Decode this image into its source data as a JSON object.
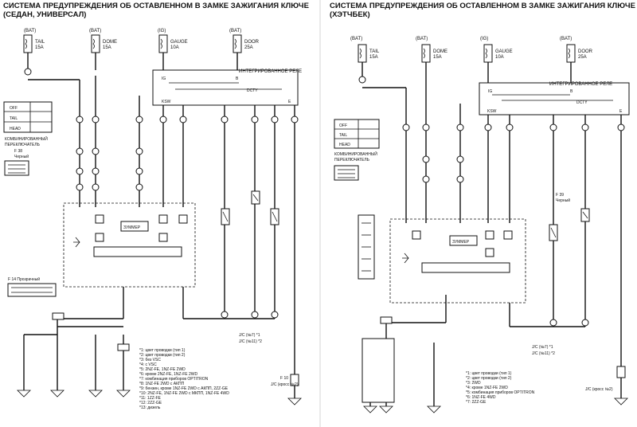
{
  "titles": {
    "left_line1": "СИСТЕМА ПРЕДУПРЕЖДЕНИЯ ОБ ОСТАВЛЕННОМ В ЗАМКЕ ЗАЖИГАНИЯ КЛЮЧЕ",
    "left_line2": "(СЕДАН, УНИВЕРСАЛ)",
    "right_line1": "СИСТЕМА ПРЕДУПРЕЖДЕНИЯ ОБ ОСТАВЛЕННОМ В ЗАМКЕ ЗАЖИГАНИЯ КЛЮЧЕ",
    "right_line2": "(ХЭТЧБЕК)"
  },
  "left": {
    "fuses": [
      {
        "source": "(BAT)",
        "name": "TAIL",
        "rating": "15A"
      },
      {
        "source": "(BAT)",
        "name": "DOME",
        "rating": "15A"
      },
      {
        "source": "(IG)",
        "name": "GAUGE",
        "rating": "10A"
      },
      {
        "source": "(BAT)",
        "name": "DOOR",
        "rating": "25A"
      }
    ],
    "relay_label": "ИНТЕГРИРОВАННОЕ РЕЛЕ",
    "relay_pins": {
      "ig": "IG",
      "b": "B",
      "ksw": "KSW",
      "dcty": "DCTY",
      "e": "E"
    },
    "switch_rows": [
      "OFF",
      "TAIL",
      "HEAD"
    ],
    "switch_label_1": "КОМБИНИРОВАННЫЙ",
    "switch_label_2": "ПЕРЕКЛЮЧАТЕЛЬ",
    "connector_f": "F 38",
    "connector_color": "Черный",
    "buzzer": "ЗУММЕР",
    "connector_p": "F 14  Прозрачный",
    "notes": [
      "*1: цвет проводки (тип 1)",
      "*2: цвет проводки (тип 2)",
      "*3: без VSC",
      "*4: с VSC",
      "*5: 2NZ-FE, 1NZ-FE 2WD",
      "*6: кроме 2NZ-FE, 1NZ-FE 2WD",
      "*7: комбинация приборов OPTITRON",
      "*8: 1NZ-FE 2WD с АКПП",
      "*9: бензин, кроме 1NZ-FE 2WD с АКПП, 2ZZ-GE",
      "*10: 2NZ-FE, 1NZ-FE 2WD с МКПП, 1NZ-FE 4WD",
      "*11: 1ZZ-FE",
      "*12: 2ZZ-GE",
      "*13: дизель"
    ],
    "jc_label": "J/C (№7) *1",
    "jc_label2": "J/C (№11) *2",
    "ground_label": "F 10",
    "ground_label2": "J/C (кросс №2)"
  },
  "right": {
    "fuses": [
      {
        "source": "(BAT)",
        "name": "TAIL",
        "rating": "15A"
      },
      {
        "source": "(BAT)",
        "name": "DOME",
        "rating": "15A"
      },
      {
        "source": "(IG)",
        "name": "GAUGE",
        "rating": "10A"
      },
      {
        "source": "(BAT)",
        "name": "DOOR",
        "rating": "25A"
      }
    ],
    "relay_label": "ИНТЕГРИРОВАННОЕ РЕЛЕ",
    "relay_pins": {
      "ig": "IG",
      "b": "B",
      "ksw": "KSW",
      "dcty": "DCTY",
      "e": "E"
    },
    "switch_rows": [
      "OFF",
      "TAIL",
      "HEAD"
    ],
    "switch_label_1": "КОМБИНИРОВАННЫЙ",
    "switch_label_2": "ПЕРЕКЛЮЧАТЕЛЬ",
    "connector_f": "F 39",
    "connector_color": "Черный",
    "buzzer": "ЗУММЕР",
    "notes": [
      "*1: цвет проводки (тип 1)",
      "*2: цвет проводки (тип 2)",
      "*3: 2WD",
      "*4: кроме 1NZ-FE 2WD",
      "*5: комбинация приборов OPTITRON",
      "*6: 1NZ-FE 4WD",
      "*7: 2ZZ-GE"
    ],
    "jc_label": "J/C (№7) *1",
    "jc_label2": "J/C (№11) *2",
    "ground_label": "J/C (кросс №2)"
  }
}
